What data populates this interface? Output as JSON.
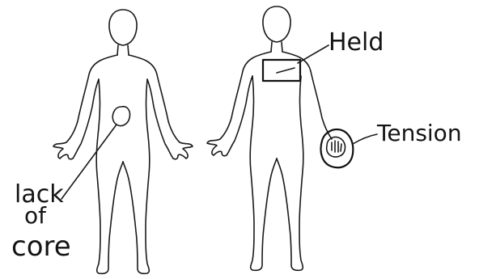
{
  "annotations": {
    "lack_of_core": [
      "lack",
      "of",
      "core"
    ],
    "held": "Held",
    "tension": "Tension"
  },
  "colors": {
    "ink": "#1a1a1a",
    "background": "#ffffff"
  }
}
